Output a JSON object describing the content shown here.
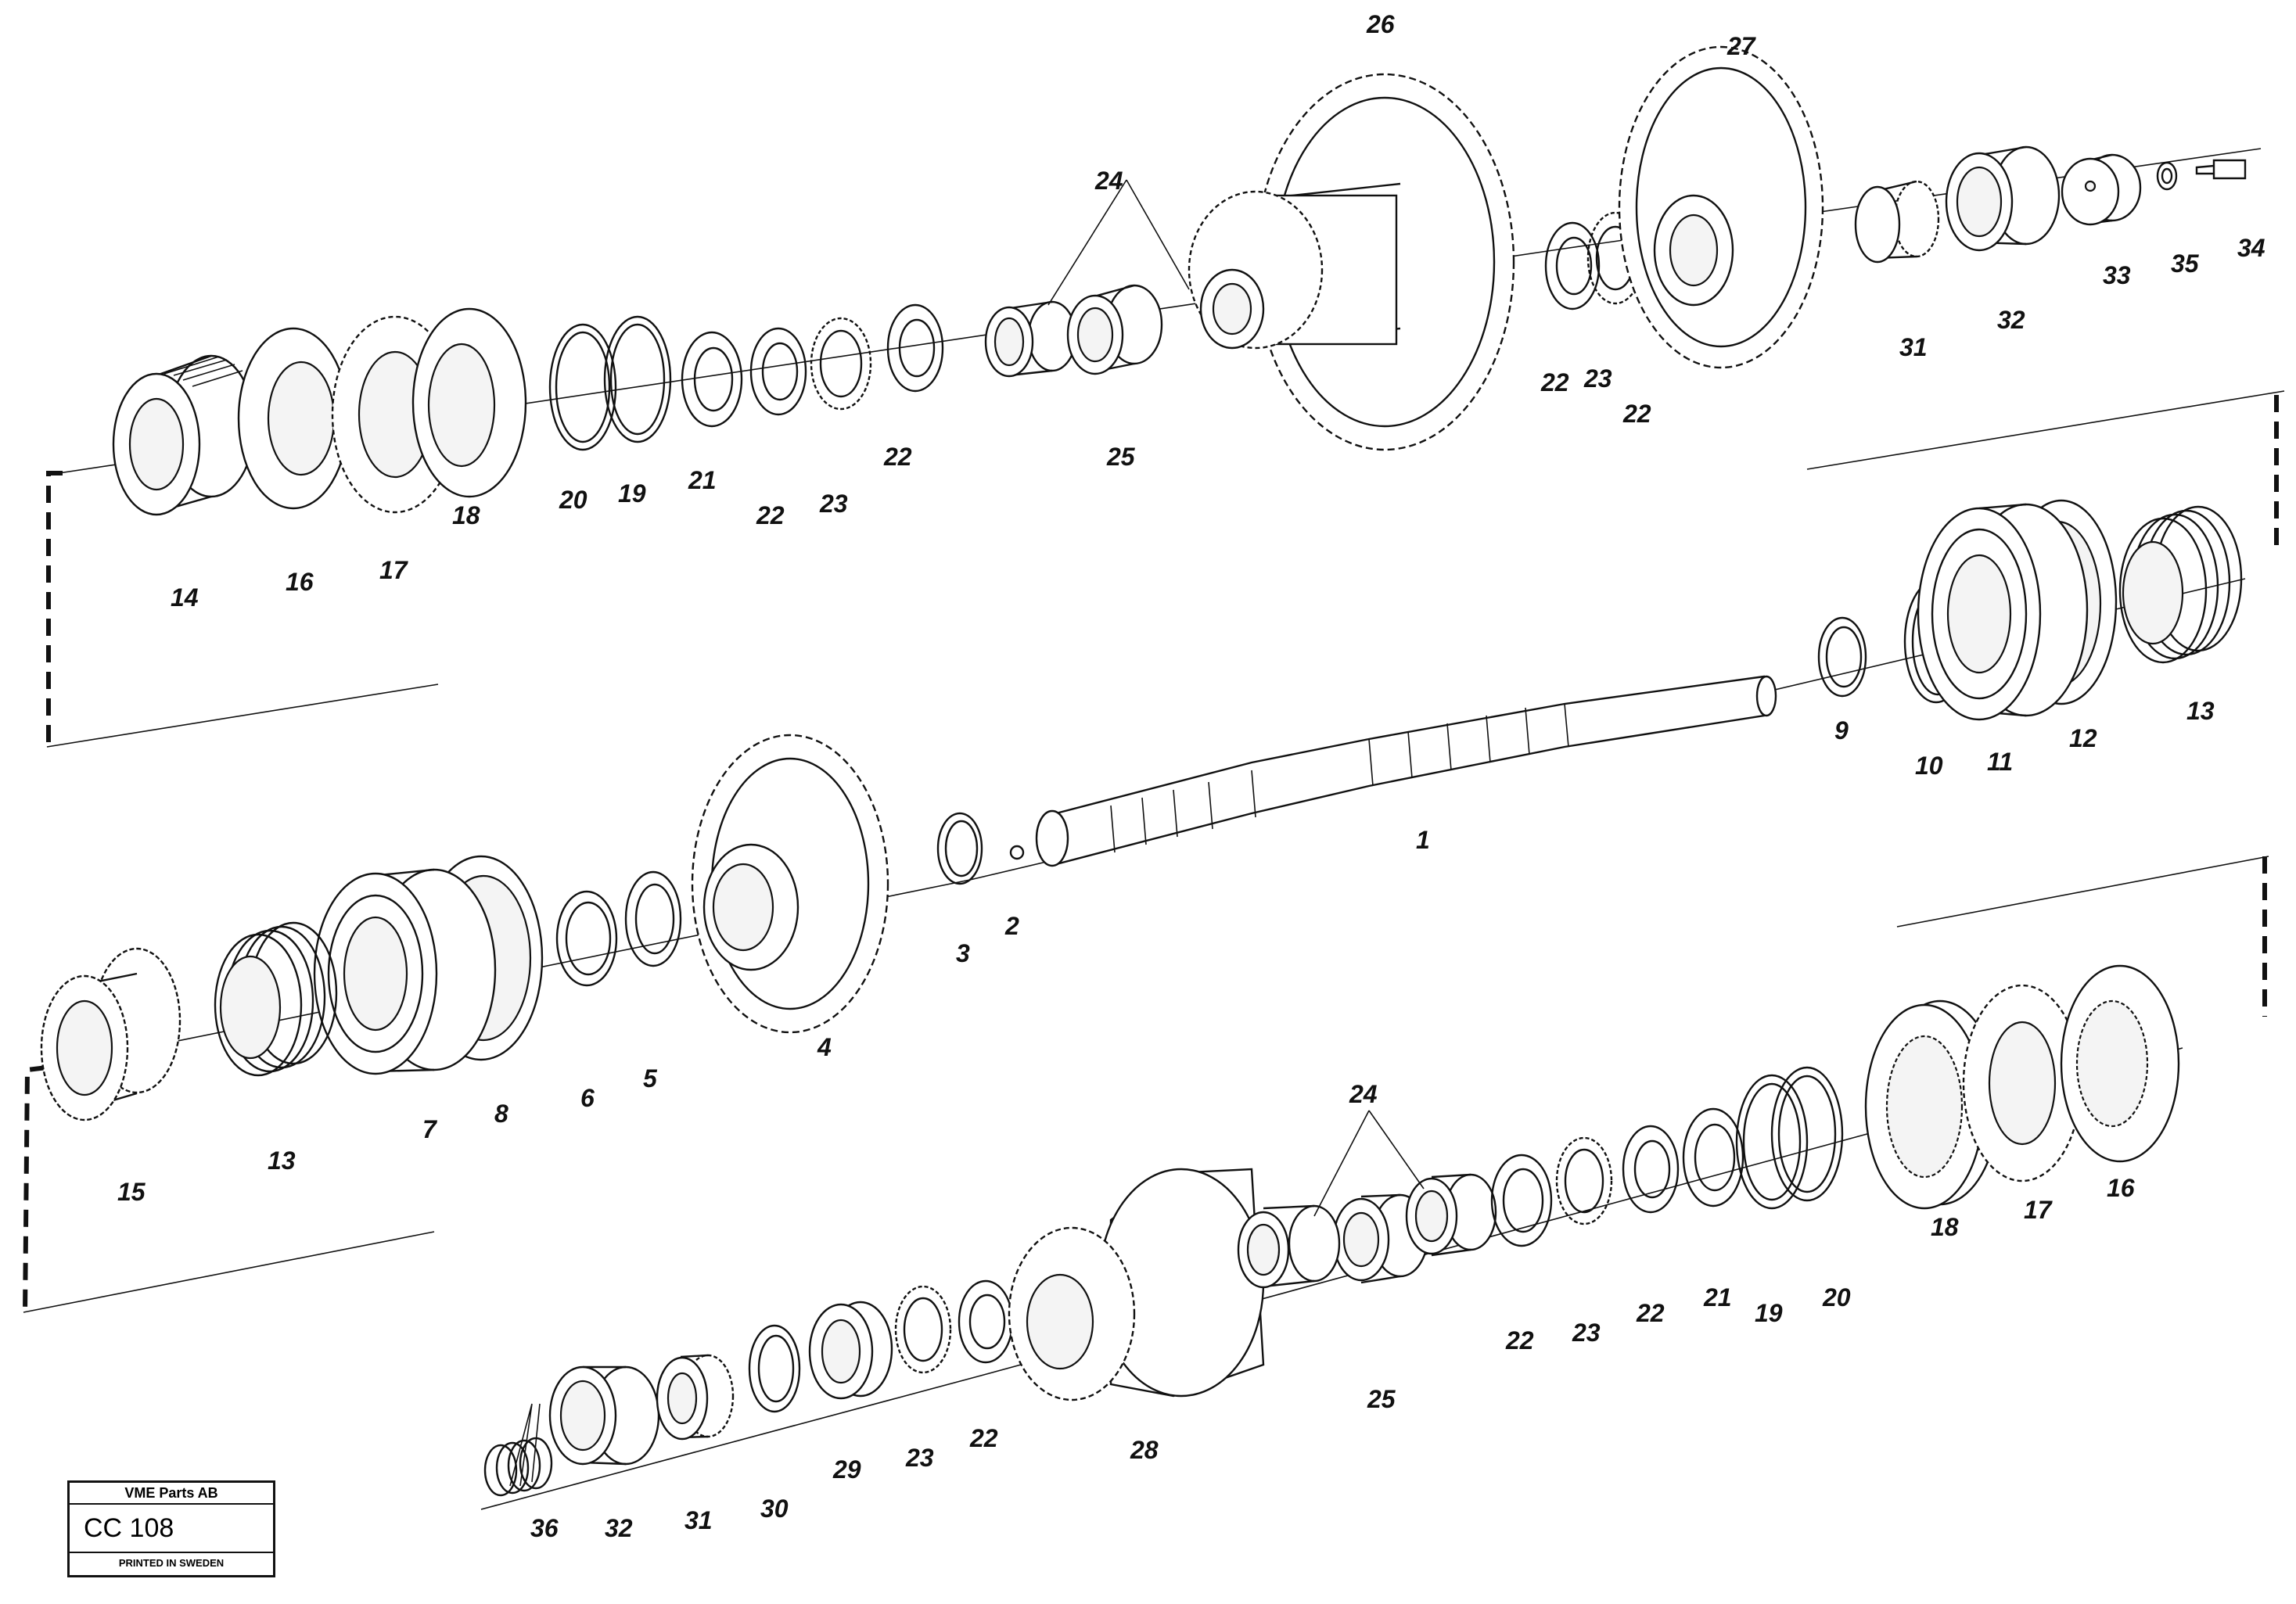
{
  "callouts": [
    "1",
    "2",
    "3",
    "4",
    "5",
    "6",
    "7",
    "8",
    "9",
    "10",
    "11",
    "12",
    "13",
    "13",
    "14",
    "15",
    "16",
    "16",
    "17",
    "17",
    "18",
    "18",
    "19",
    "19",
    "20",
    "20",
    "21",
    "21",
    "22",
    "22",
    "22",
    "22",
    "22",
    "22",
    "22",
    "23",
    "23",
    "23",
    "23",
    "24",
    "24",
    "25",
    "25",
    "26",
    "27",
    "28",
    "29",
    "30",
    "31",
    "31",
    "32",
    "32",
    "33",
    "34",
    "35",
    "36"
  ],
  "title_block": {
    "company": "VME Parts AB",
    "code": "CC 108",
    "printed": "PRINTED IN SWEDEN"
  }
}
